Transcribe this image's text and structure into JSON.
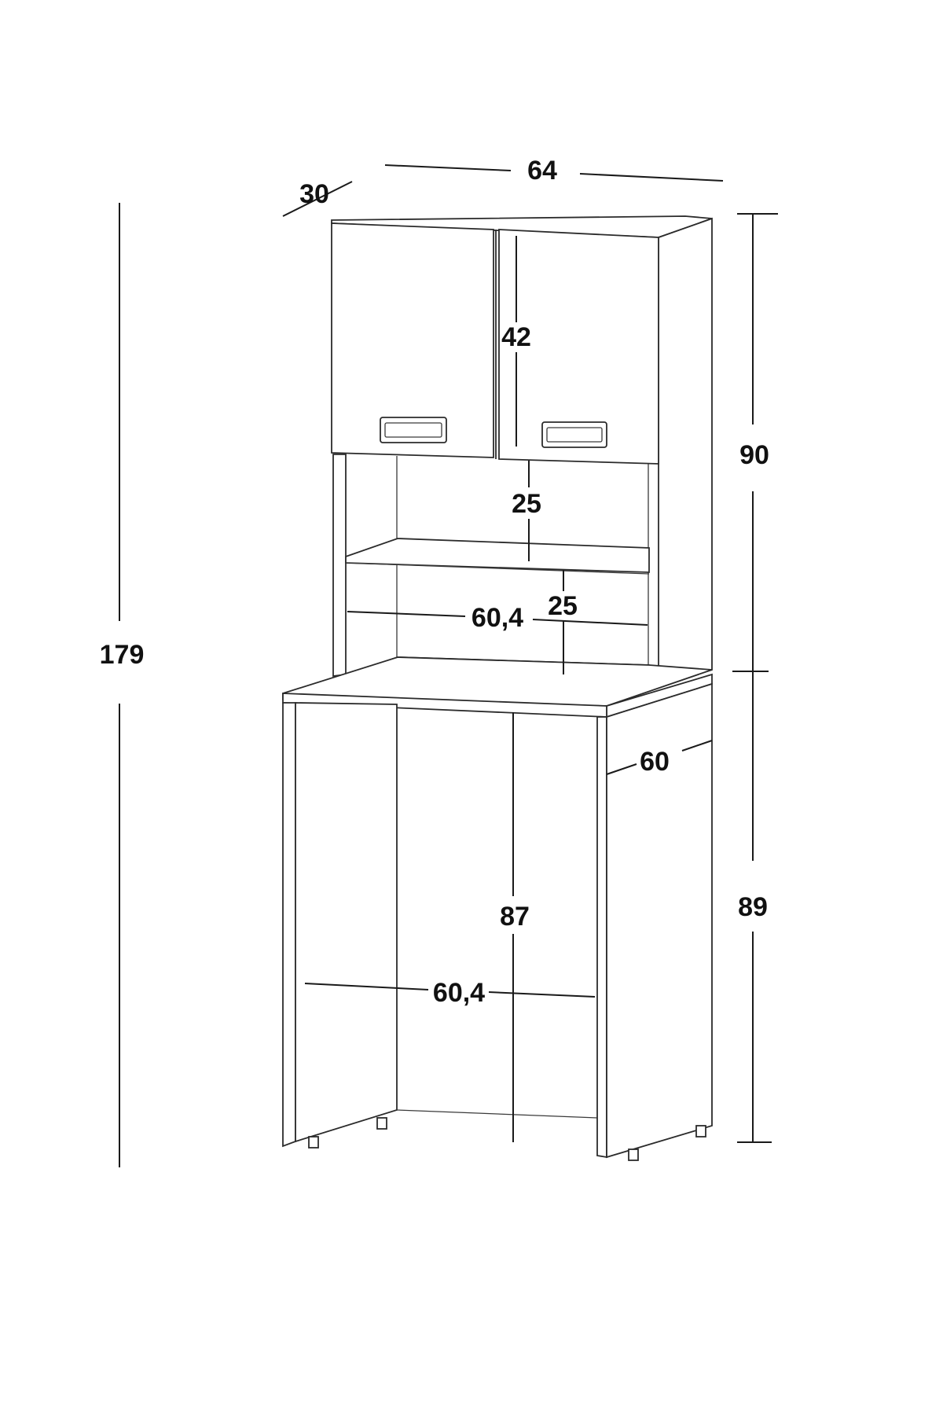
{
  "diagram": {
    "labels": {
      "overall_width": "64",
      "upper_depth": "30",
      "overall_height": "179",
      "door_height": "42",
      "upper_section_height": "90",
      "upper_shelf_gap": "25",
      "lower_shelf_gap": "25",
      "inner_width_upper": "60,4",
      "lower_depth": "60",
      "knee_height": "87",
      "lower_section_height": "89",
      "inner_width_lower": "60,4"
    }
  }
}
